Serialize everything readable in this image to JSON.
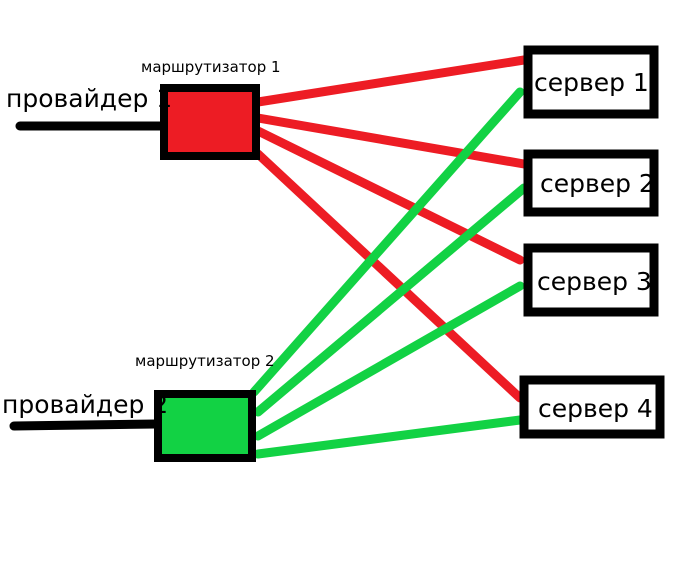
{
  "providers": [
    {
      "id": "p1",
      "label": "провайдер 1"
    },
    {
      "id": "p2",
      "label": "провайдер 2"
    }
  ],
  "routers": [
    {
      "id": "r1",
      "label": "маршрутизатор 1",
      "color": "#ed1c24"
    },
    {
      "id": "r2",
      "label": "маршрутизатор 2",
      "color": "#12d244"
    }
  ],
  "servers": [
    {
      "id": "s1",
      "label": "сервер 1"
    },
    {
      "id": "s2",
      "label": "сервер 2"
    },
    {
      "id": "s3",
      "label": "сервер 3"
    },
    {
      "id": "s4",
      "label": "сервер 4"
    }
  ],
  "links": [
    {
      "from": "r1",
      "to": "s1"
    },
    {
      "from": "r1",
      "to": "s2"
    },
    {
      "from": "r1",
      "to": "s3"
    },
    {
      "from": "r1",
      "to": "s4"
    },
    {
      "from": "r2",
      "to": "s1"
    },
    {
      "from": "r2",
      "to": "s2"
    },
    {
      "from": "r2",
      "to": "s3"
    },
    {
      "from": "r2",
      "to": "s4"
    }
  ],
  "colors": {
    "wire": "#000000",
    "box_border": "#000000"
  }
}
